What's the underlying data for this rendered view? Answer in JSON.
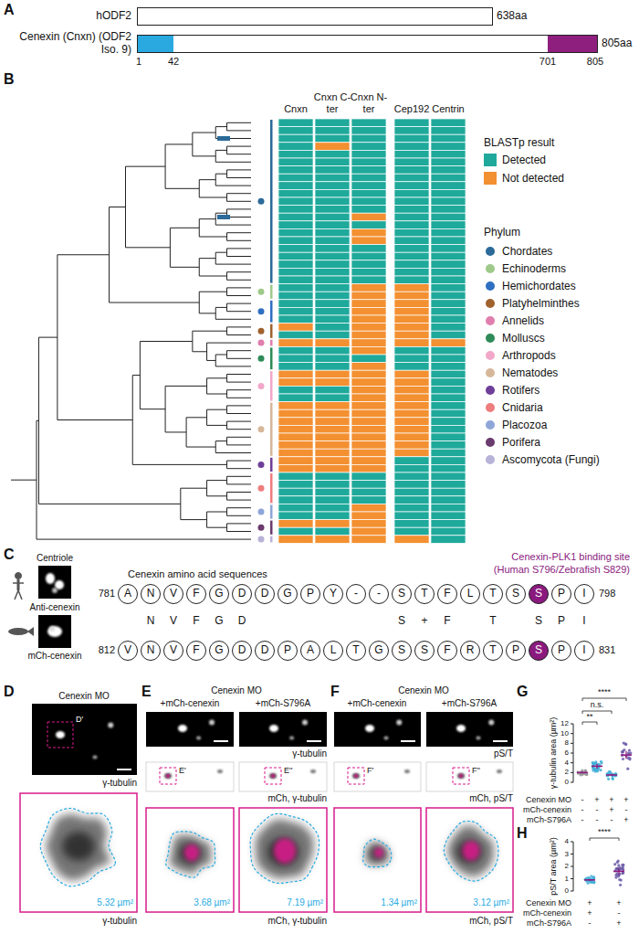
{
  "diagram": {
    "nodes": [
      {
        "text": [
          "hODF2",
          "638aa"
        ]
      },
      {
        "text": [
          "Cenexin (Cnxn) (ODF2 Iso. 9)",
          "805aa"
        ]
      },
      {
        "text": [
          "A"
        ]
      },
      {
        "text": [
          "N"
        ]
      },
      {
        "text": [
          "V"
        ]
      },
      {
        "text": [
          "F"
        ]
      },
      {
        "text": [
          "G"
        ]
      },
      {
        "text": [
          "D"
        ]
      },
      {
        "text": [
          "D"
        ]
      },
      {
        "text": [
          "G"
        ]
      },
      {
        "text": [
          "P"
        ]
      },
      {
        "text": [
          "Y"
        ]
      },
      {
        "text": [
          "-"
        ]
      },
      {
        "text": [
          "-"
        ]
      },
      {
        "text": [
          "S"
        ]
      },
      {
        "text": [
          "T"
        ]
      },
      {
        "text": [
          "F"
        ]
      },
      {
        "text": [
          "L"
        ]
      },
      {
        "text": [
          "T"
        ]
      },
      {
        "text": [
          "S"
        ]
      },
      {
        "text": [
          "S"
        ]
      },
      {
        "text": [
          "P"
        ]
      },
      {
        "text": [
          "I"
        ]
      },
      {
        "text": [
          "V"
        ]
      },
      {
        "text": [
          "N"
        ]
      },
      {
        "text": [
          "V"
        ]
      },
      {
        "text": [
          "F"
        ]
      },
      {
        "text": [
          "G"
        ]
      },
      {
        "text": [
          "D"
        ]
      },
      {
        "text": [
          "D"
        ]
      },
      {
        "text": [
          "P"
        ]
      },
      {
        "text": [
          "A"
        ]
      },
      {
        "text": [
          "L"
        ]
      },
      {
        "text": [
          "T"
        ]
      },
      {
        "text": [
          "G"
        ]
      },
      {
        "text": [
          "S"
        ]
      },
      {
        "text": [
          "S"
        ]
      },
      {
        "text": [
          "F"
        ]
      },
      {
        "text": [
          "R"
        ]
      },
      {
        "text": [
          "T"
        ]
      },
      {
        "text": [
          "P"
        ]
      },
      {
        "text": [
          "S"
        ]
      },
      {
        "text": [
          "P"
        ]
      },
      {
        "text": [
          "I"
        ]
      }
    ],
    "labels": [
      "A",
      "1",
      "42",
      "701",
      "805",
      "B",
      "Cnxn",
      "Cnxn C-ter",
      "Cnxn N-ter",
      "Cep192",
      "Centrin",
      "BLASTp result",
      "Phylum",
      "C",
      "Centriole",
      "Anti-cenexin",
      "mCh-cenexin",
      "Cenexin amino acid sequences",
      "Cenexin-PLK1 binding site",
      "(Human S796/Zebrafish S829)",
      "781",
      "798",
      "812",
      "831",
      "N",
      "V",
      "F",
      "G",
      "D",
      "S",
      "+",
      "F",
      "T",
      "S",
      "P",
      "I",
      "D",
      "Cenexin MO",
      "γ-tubulin",
      "D'",
      "5.32 µm²",
      "γ-tubulin",
      "E",
      "Cenexin MO",
      "+mCh-cenexin",
      "+mCh-S796A",
      "γ-tubulin",
      "E'",
      "E''",
      "mCh, γ-tubulin",
      "3.68 µm²",
      "7.19 µm²",
      "mCh, γ-tubulin",
      "F",
      "Cenexin MO",
      "+mCh-cenexin",
      "+mCh-S796A",
      "pS/T",
      "F'",
      "F''",
      "mCh, pS/T",
      "1.34 µm²",
      "3.12 µm²",
      "mCh, pS/T",
      "G",
      "γ-tubulin area (µm²)",
      "0",
      "2",
      "4",
      "6",
      "8",
      "10",
      "12",
      "**",
      "n.s.",
      "****",
      "Cenexin MO",
      "mCh-cenexin",
      "mCh-S796A",
      "-",
      "+",
      "+",
      "+",
      "-",
      "-",
      "+",
      "-",
      "-",
      "-",
      "-",
      "+",
      "H",
      "pS/T area (µm²)",
      "0",
      "1",
      "2",
      "3",
      "4",
      "****",
      "Cenexin MO",
      "mCh-cenexin",
      "mCh-S796A",
      "+",
      "+",
      "+",
      "-",
      "-",
      "+"
    ],
    "legend": [
      {
        "text": "Detected",
        "color": "#1fa99b"
      },
      {
        "text": "Not detected",
        "color": "#f39031"
      },
      {
        "text": "Chordates",
        "color": "#2b6a99"
      },
      {
        "text": "Echinoderms",
        "color": "#9fc98a"
      },
      {
        "text": "Hemichordates",
        "color": "#2f6fc1"
      },
      {
        "text": "Platyhelminthes",
        "color": "#a0622d"
      },
      {
        "text": "Annelids",
        "color": "#e07fae"
      },
      {
        "text": "Molluscs",
        "color": "#2e8b57"
      },
      {
        "text": "Arthropods",
        "color": "#f2a7c9"
      },
      {
        "text": "Nematodes",
        "color": "#d6b79a"
      },
      {
        "text": "Rotifers",
        "color": "#6e3f99"
      },
      {
        "text": "Cnidaria",
        "color": "#ee7d7d"
      },
      {
        "text": "Placozoa",
        "color": "#8ea6d8"
      },
      {
        "text": "Porifera",
        "color": "#6a3b6e"
      },
      {
        "text": "Ascomycota (Fungi)",
        "color": "#b7b2d8"
      }
    ]
  }
}
